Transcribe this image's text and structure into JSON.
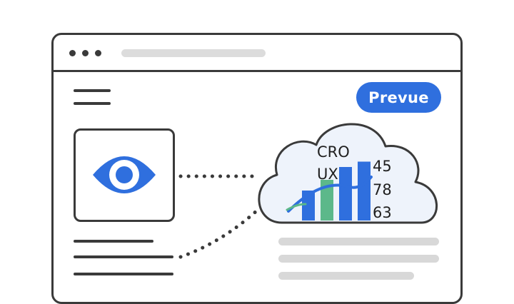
{
  "brand": {
    "name": "Prevue",
    "color": "#2f6fde"
  },
  "cloud": {
    "labels": [
      "CRO",
      "UX"
    ],
    "metrics": [
      "45",
      "78",
      "63"
    ]
  },
  "chart_data": {
    "type": "bar",
    "values": [
      28,
      38,
      50,
      55
    ],
    "colors": [
      "#2f6fde",
      "#5cb88a",
      "#2f6fde",
      "#2f6fde"
    ]
  },
  "icons": {
    "eye": "eye-icon",
    "cloud": "cloud-icon"
  }
}
